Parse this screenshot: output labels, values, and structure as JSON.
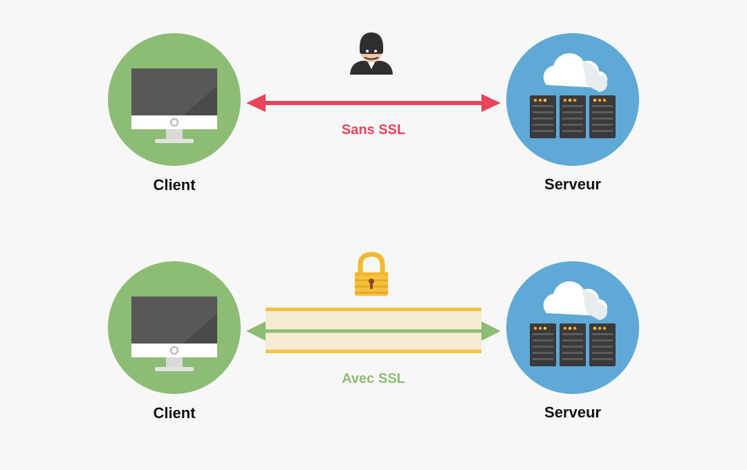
{
  "diagram": {
    "without_ssl": {
      "client_label": "Client",
      "server_label": "Serveur",
      "connection_label": "Sans SSL",
      "threat_icon": "hacker-icon",
      "color": "#e8455b"
    },
    "with_ssl": {
      "client_label": "Client",
      "server_label": "Serveur",
      "connection_label": "Avec SSL",
      "lock_icon": "padlock-icon",
      "color": "#8dbd74"
    },
    "colors": {
      "client_circle": "#8dbd74",
      "server_circle": "#5fa9d6",
      "tunnel_border": "#f5c143",
      "tunnel_fill": "#f6ebd1"
    }
  }
}
